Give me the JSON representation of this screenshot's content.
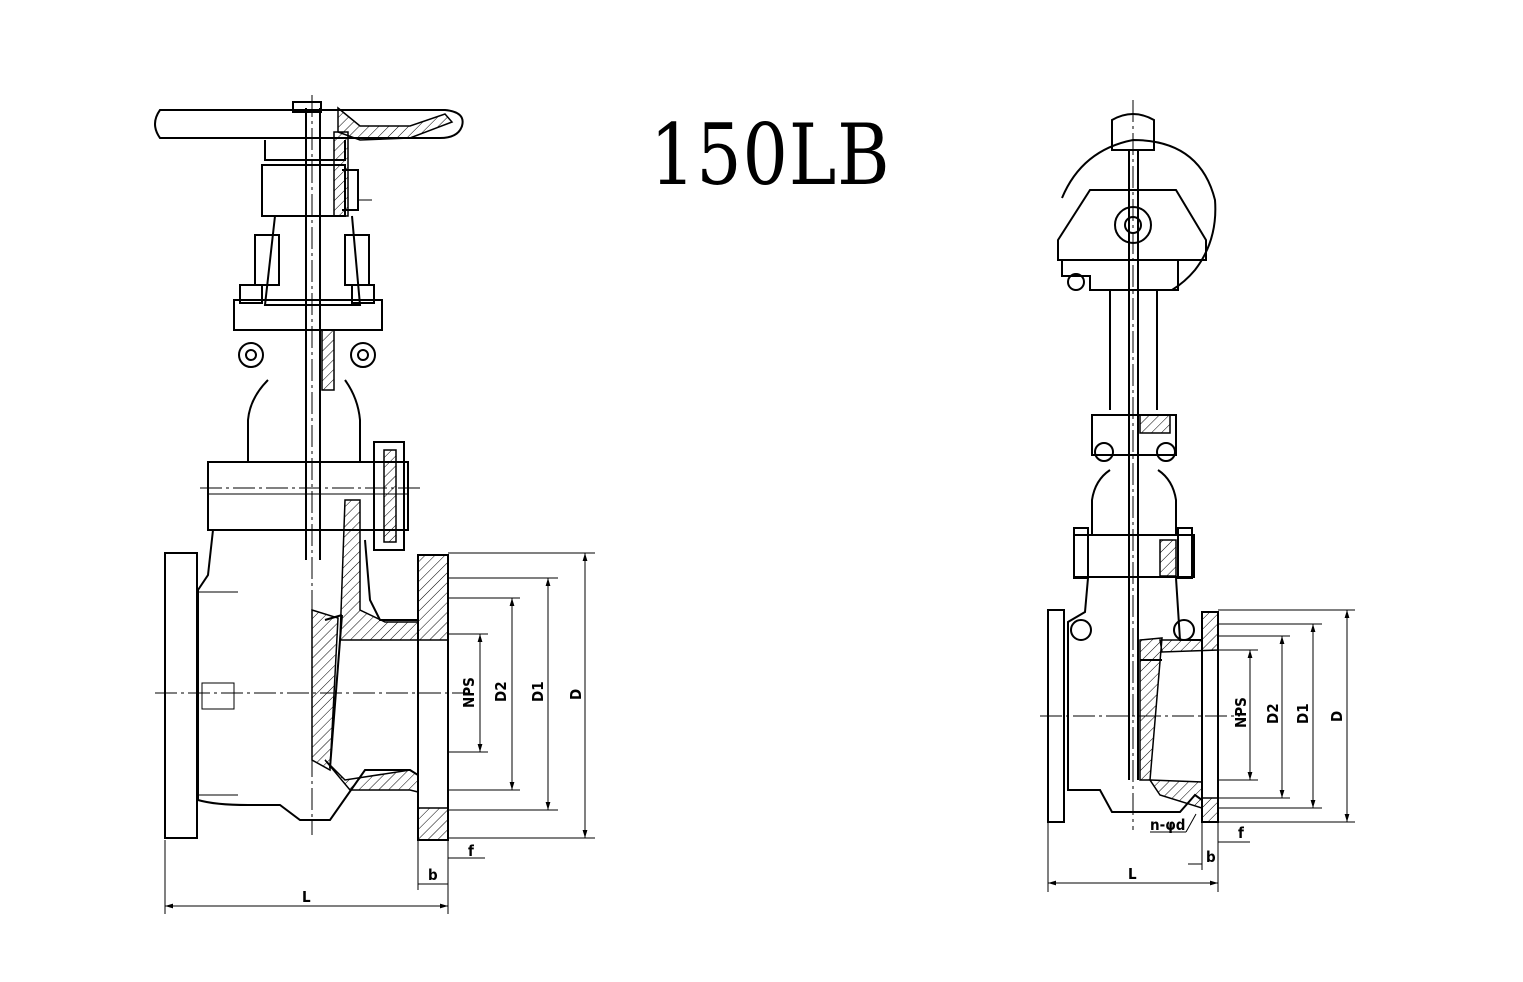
{
  "title": "150LB",
  "left_view": {
    "dimension_labels": {
      "nps": "NPS",
      "d2": "D2",
      "d1": "D1",
      "d": "D",
      "f": "f",
      "b": "b",
      "l": "L"
    }
  },
  "right_view": {
    "dimension_labels": {
      "nps": "NPS",
      "d2": "D2",
      "d1": "D1",
      "d": "D",
      "f": "f",
      "b": "b",
      "l": "L",
      "bolt_holes": "n-φd"
    }
  }
}
